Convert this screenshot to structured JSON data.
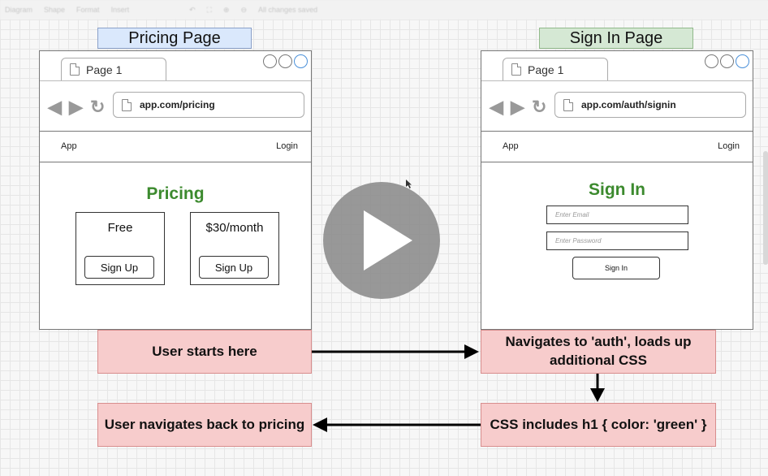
{
  "toolbar": {
    "items": [
      "Diagram",
      "Shape",
      "Format",
      "Insert",
      "All changes saved"
    ]
  },
  "labels": {
    "pricing_page": "Pricing Page",
    "signin_page": "Sign In Page"
  },
  "browser_pricing": {
    "tab": "Page 1",
    "url": "app.com/pricing",
    "app": "App",
    "login": "Login",
    "heading": "Pricing",
    "plans": [
      {
        "name": "Free",
        "button": "Sign Up"
      },
      {
        "name": "$30/month",
        "button": "Sign Up"
      }
    ]
  },
  "browser_signin": {
    "tab": "Page 1",
    "url": "app.com/auth/signin",
    "app": "App",
    "login": "Login",
    "heading": "Sign In",
    "email_placeholder": "Enter Email",
    "password_placeholder": "Enter Password",
    "button": "Sign In"
  },
  "notes": {
    "start": "User starts here",
    "navigate_auth": "Navigates to 'auth', loads up additional CSS",
    "css_includes": "CSS includes h1 { color: 'green' }",
    "navigate_back": "User navigates back to pricing"
  },
  "colors": {
    "heading_green": "#3c8a2e",
    "note_fill": "#f7cccc",
    "pricing_label_fill": "#dae8fc",
    "signin_label_fill": "#d5e8d4"
  },
  "icons": [
    "back-arrow-icon",
    "forward-arrow-icon",
    "refresh-icon",
    "page-icon",
    "play-icon"
  ]
}
